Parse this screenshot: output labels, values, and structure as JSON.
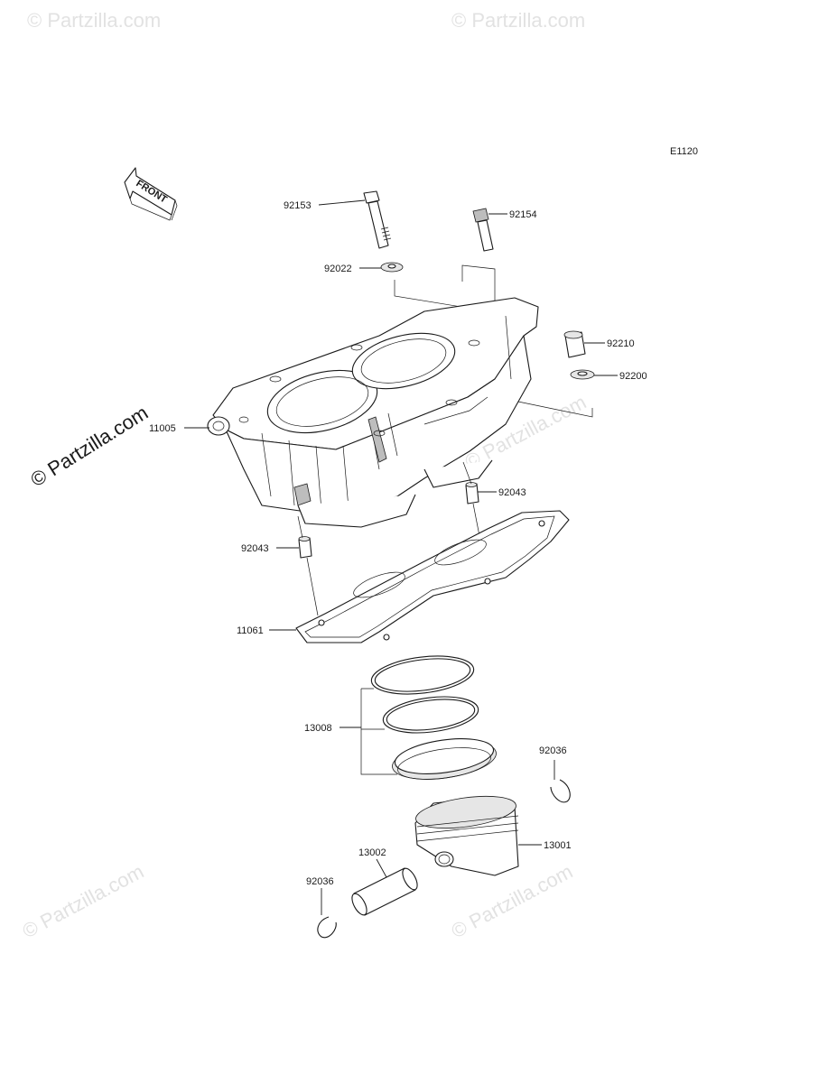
{
  "diagram_code": "E1120",
  "front_label": "FRONT",
  "watermark": "© Partzilla.com",
  "parts": {
    "bolt_92153": "92153",
    "bolt_92154": "92154",
    "washer_92022": "92022",
    "cap_92210": "92210",
    "washer_92200": "92200",
    "cylinder_11005": "11005",
    "dowel_92043_right": "92043",
    "dowel_92043_left": "92043",
    "gasket_11061": "11061",
    "ring_set_13008": "13008",
    "circlip_92036_right": "92036",
    "piston_13001": "13001",
    "pin_13002": "13002",
    "circlip_92036_left": "92036"
  }
}
